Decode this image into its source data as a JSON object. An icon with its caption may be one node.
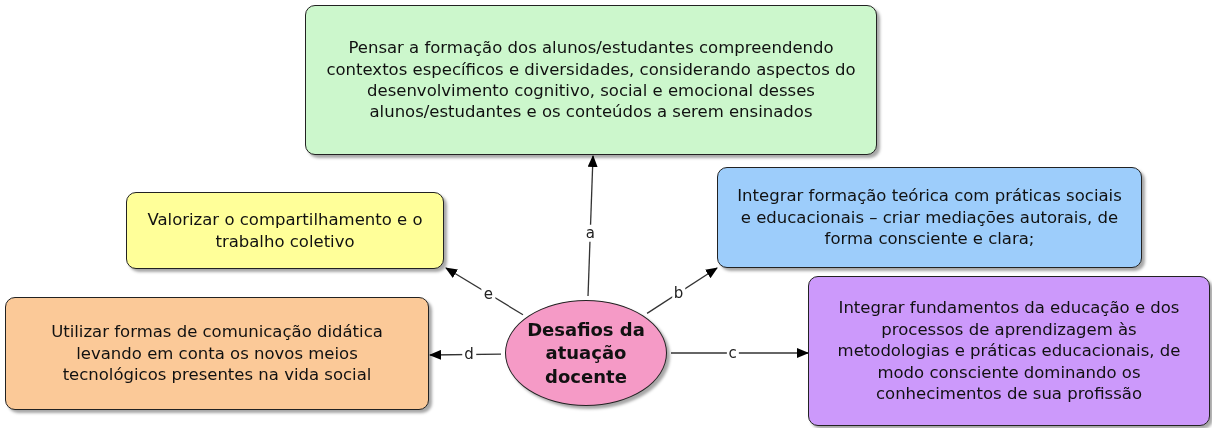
{
  "diagram": {
    "nodes": [
      {
        "text": [
          "Desafios da atuação docente"
        ]
      },
      {
        "text": [
          "Pensar a formação dos alunos/estudantes compreendendo contextos específicos e diversidades, considerando aspectos do desenvolvimento cognitivo, social e emocional desses alunos/estudantes e os conteúdos a serem ensinados"
        ]
      },
      {
        "text": [
          "Integrar formação teórica com práticas sociais e educacionais – criar mediações autorais, de forma consciente e clara;"
        ]
      },
      {
        "text": [
          "Integrar fundamentos da educação e dos processos de aprendizagem às metodologias e práticas educacionais, de modo consciente dominando os conhecimentos de sua profissão"
        ]
      },
      {
        "text": [
          "Utilizar formas de comunicação didática levando em conta os novos meios tecnológicos presentes na vida social"
        ]
      },
      {
        "text": [
          "Valorizar o compartilhamento e o trabalho coletivo"
        ]
      }
    ],
    "edges": [
      {
        "from": 0,
        "to": 1,
        "arrow": "to",
        "label": "a"
      },
      {
        "from": 0,
        "to": 2,
        "arrow": "to",
        "label": "b"
      },
      {
        "from": 0,
        "to": 3,
        "arrow": "to",
        "label": "c"
      },
      {
        "from": 0,
        "to": 4,
        "arrow": "to",
        "label": "d"
      },
      {
        "from": 0,
        "to": 5,
        "arrow": "to",
        "label": "e"
      }
    ]
  }
}
